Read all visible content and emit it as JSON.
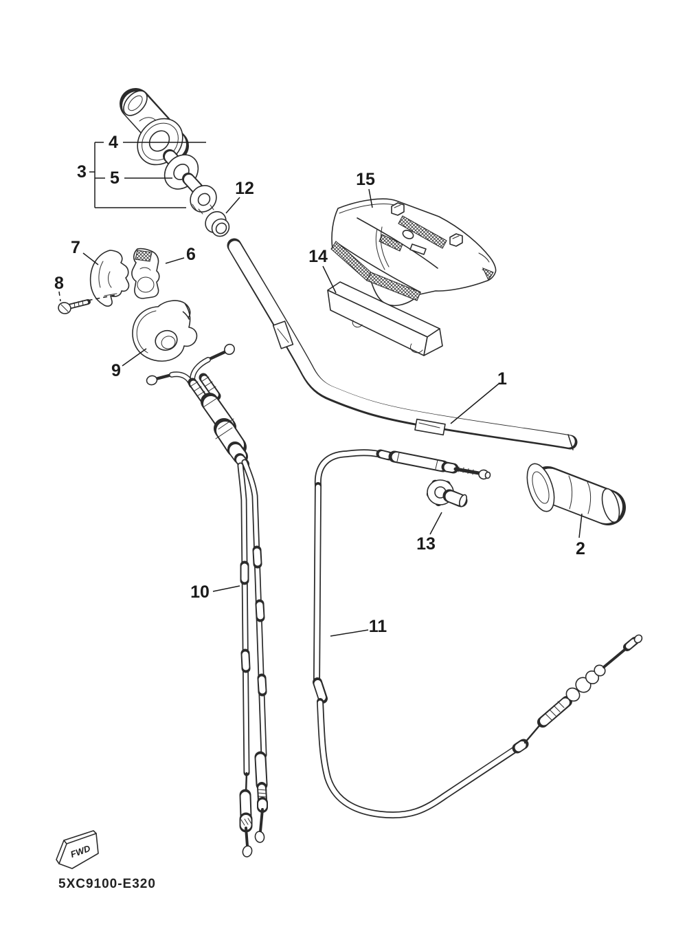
{
  "part_labels": {
    "p1": "1",
    "p2": "2",
    "p3": "3",
    "p4": "4",
    "p5": "5",
    "p6": "6",
    "p7": "7",
    "p8": "8",
    "p9": "9",
    "p10": "10",
    "p11": "11",
    "p12": "12",
    "p13": "13",
    "p14": "14",
    "p15": "15"
  },
  "footer": {
    "diagram_code": "5XC9100-E320"
  },
  "fwd_marker": {
    "label": "FWD"
  },
  "colors": {
    "background": "#ffffff",
    "line_art": "#2b2b2b",
    "label_text": "#1a1a1a"
  }
}
